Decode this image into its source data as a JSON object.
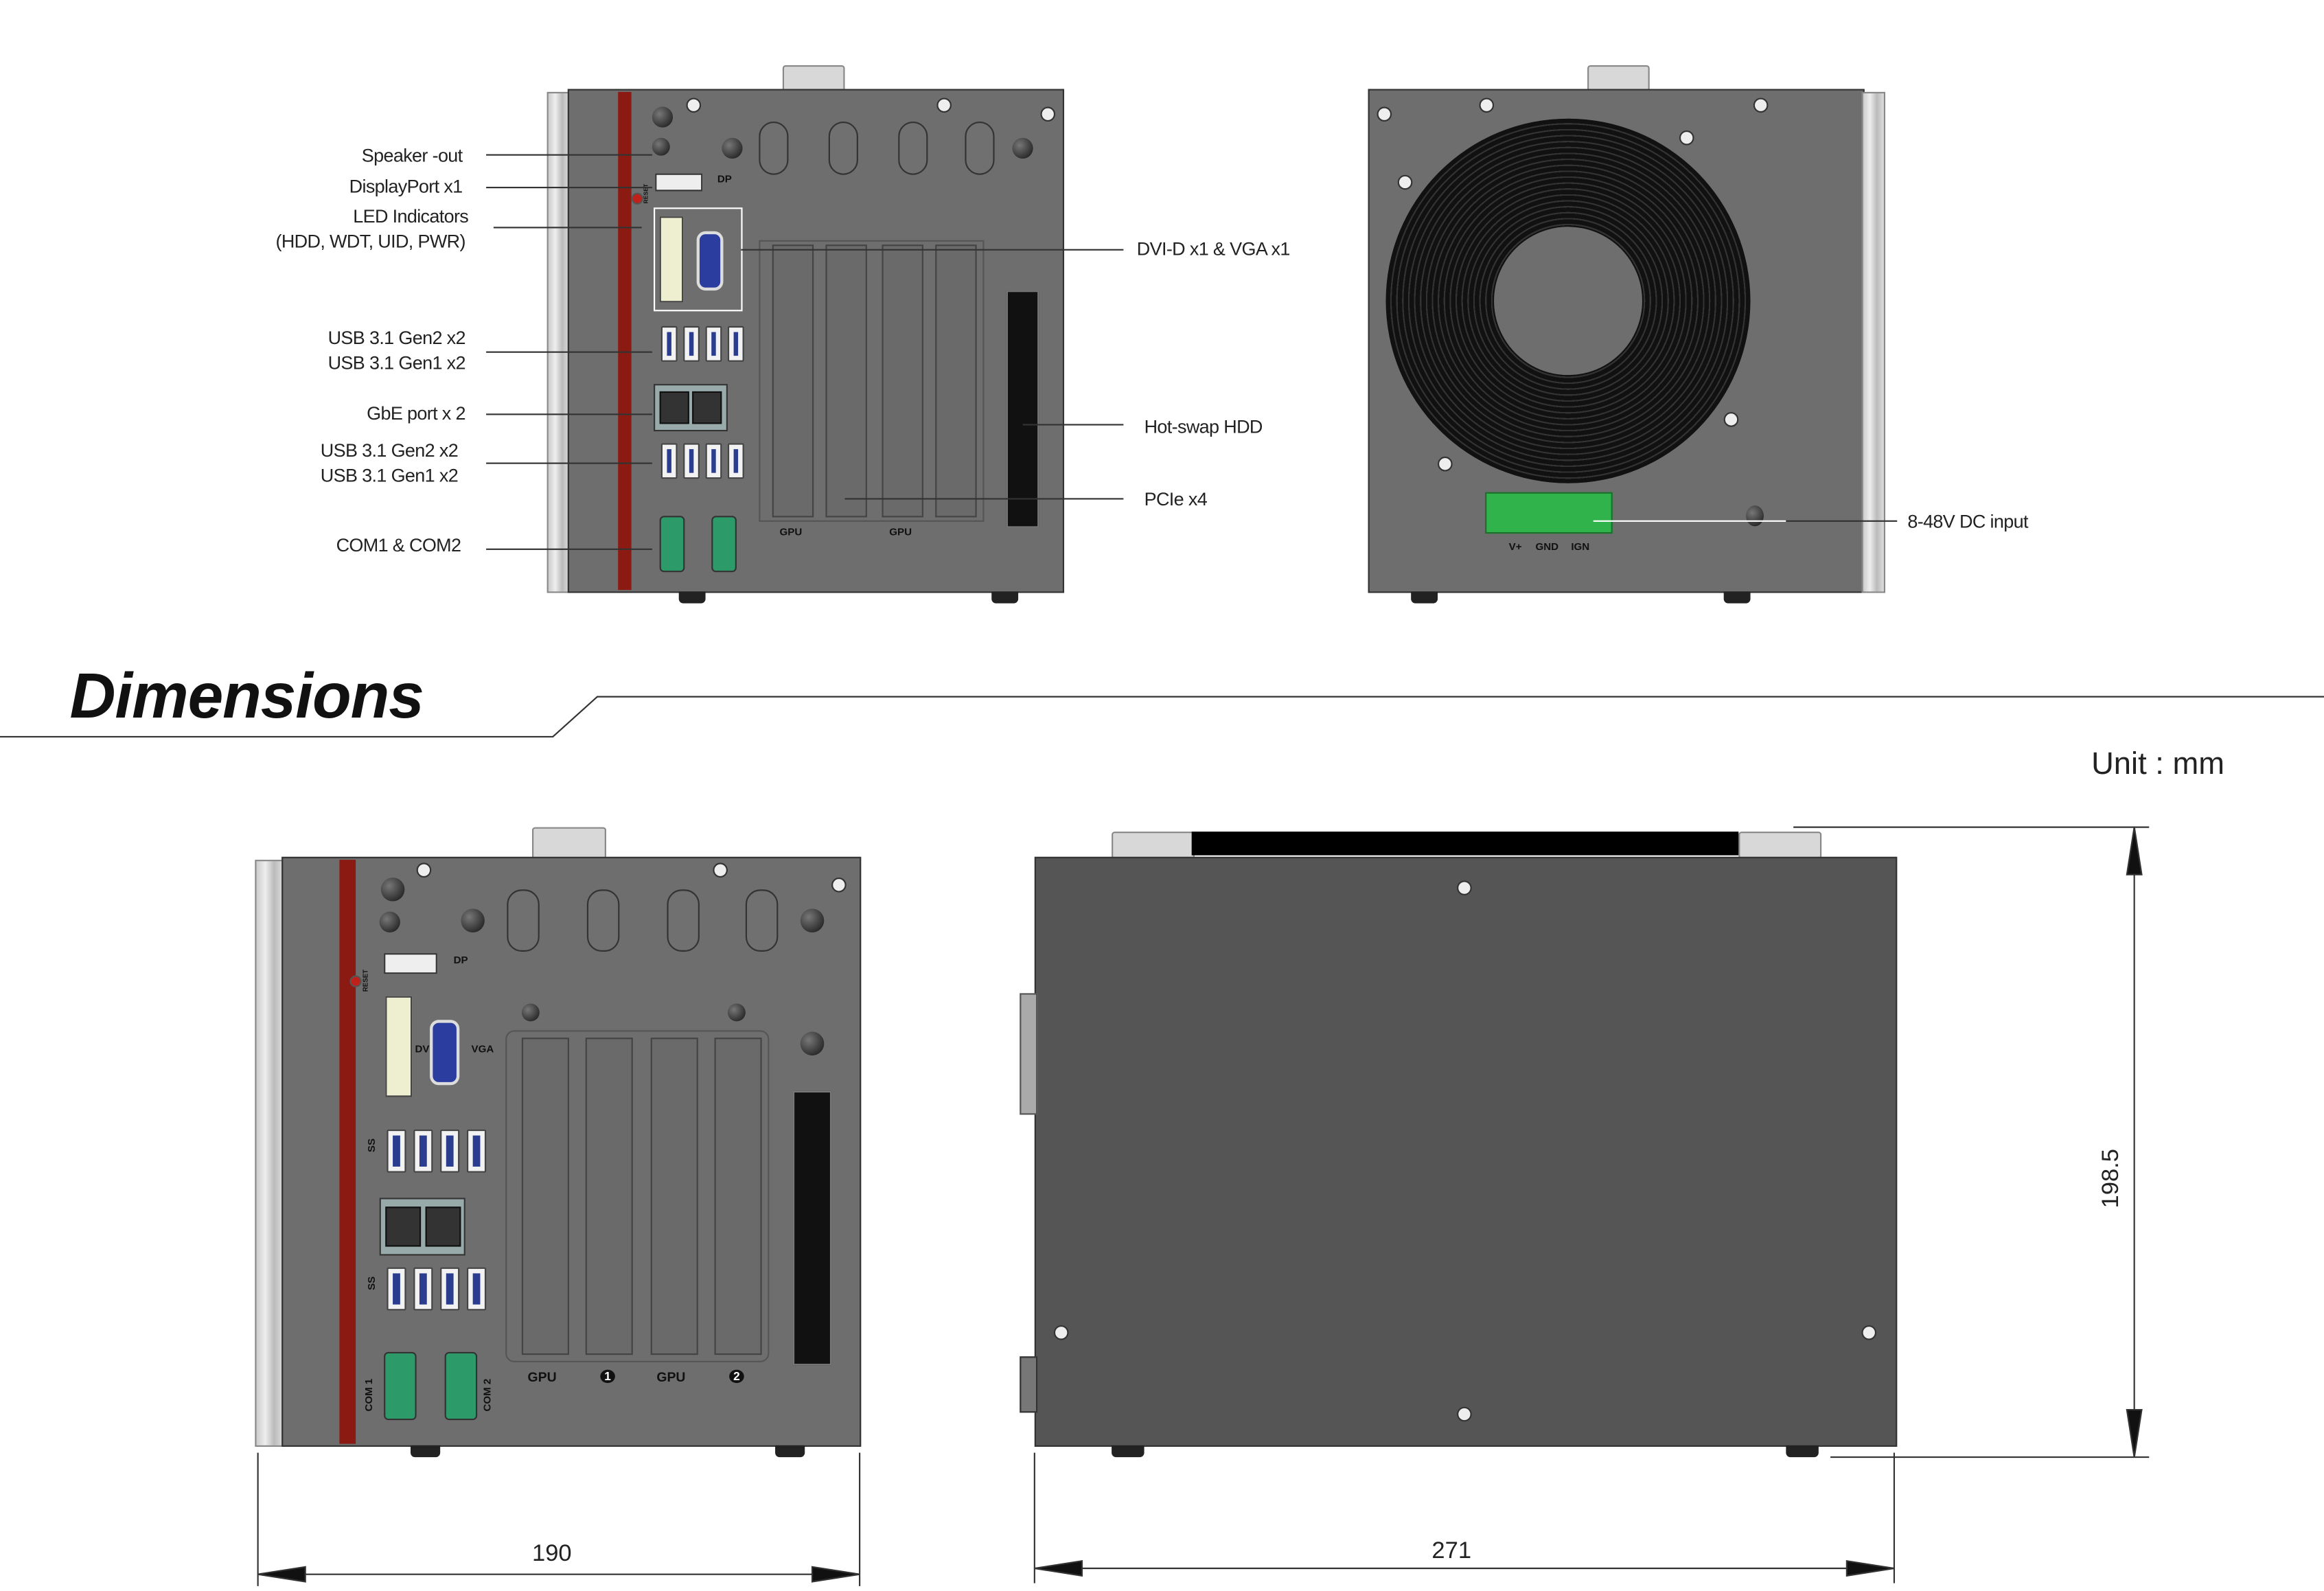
{
  "front_callouts": {
    "speaker": "Speaker -out",
    "displayport": "DisplayPort x1",
    "led_line1": "LED Indicators",
    "led_line2": "(HDD, WDT, UID, PWR)",
    "usb_top_line1": "USB 3.1 Gen2 x2",
    "usb_top_line2": "USB 3.1 Gen1 x2",
    "gbe": "GbE port x 2",
    "usb_bottom_line1": "USB 3.1 Gen2 x2",
    "usb_bottom_line2": "USB 3.1 Gen1 x2",
    "com": "COM1 & COM2",
    "dvi_vga": "DVI-D x1 & VGA x1",
    "hdd": "Hot-swap HDD",
    "pcie": "PCIe x4"
  },
  "rear_callouts": {
    "dc_input": "8-48V DC input",
    "terminal_labels": [
      "V+",
      "GND",
      "IGN"
    ]
  },
  "panel_labels": {
    "dp": "DP",
    "dvi": "DVI",
    "vga": "VGA",
    "com1": "COM 1",
    "com2": "COM 2",
    "gpu": "GPU",
    "slot1": "1",
    "slot2": "2",
    "reset": "RESET",
    "ss": "SS"
  },
  "dimensions": {
    "title": "Dimensions",
    "unit": "Unit : mm",
    "width": "190",
    "depth": "271",
    "height": "198.5"
  },
  "colors": {
    "chassis": "#6e6e6e",
    "accent_red": "#8a1a12",
    "terminal_green": "#2fb34a",
    "side_panel": "#555555"
  }
}
